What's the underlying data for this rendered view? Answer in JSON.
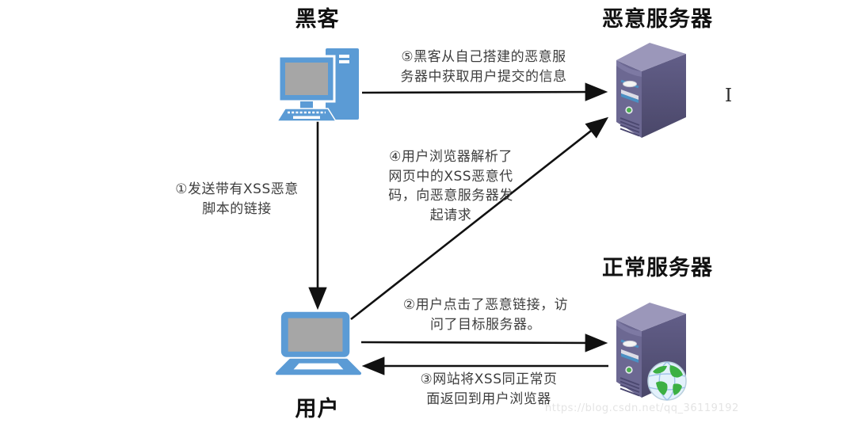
{
  "nodes": {
    "hacker": {
      "label": "黑客"
    },
    "malicious_server": {
      "label": "恶意服务器"
    },
    "normal_server": {
      "label": "正常服务器"
    },
    "user": {
      "label": "用户"
    }
  },
  "steps": {
    "step1": {
      "text": "①发送带有XSS恶意\n脚本的链接"
    },
    "step2": {
      "text": "②用户点击了恶意链接，访\n问了目标服务器。"
    },
    "step3": {
      "text": "③网站将XSS同正常页\n面返回到用户浏览器"
    },
    "step4": {
      "text": "④用户浏览器解析了\n网页中的XSS恶意代\n码，向恶意服务器发\n起请求"
    },
    "step5": {
      "text": "⑤黑客从自己搭建的恶意服\n务器中获取用户提交的信息"
    }
  },
  "watermark": {
    "url": "https://blog.csdn.net/qq_36119192"
  },
  "cursor": {
    "glyph": "I"
  },
  "colors": {
    "computer_blue": "#5B9BD5",
    "screen_gray": "#A6A6A6",
    "server_purple_top": "#9B97BA",
    "server_purple_front": "#6C6892",
    "server_purple_side": "#5E5A84",
    "arrow_black": "#111111",
    "step_text": "#3d3d3d",
    "watermark_gray": "#e4e4e4"
  }
}
